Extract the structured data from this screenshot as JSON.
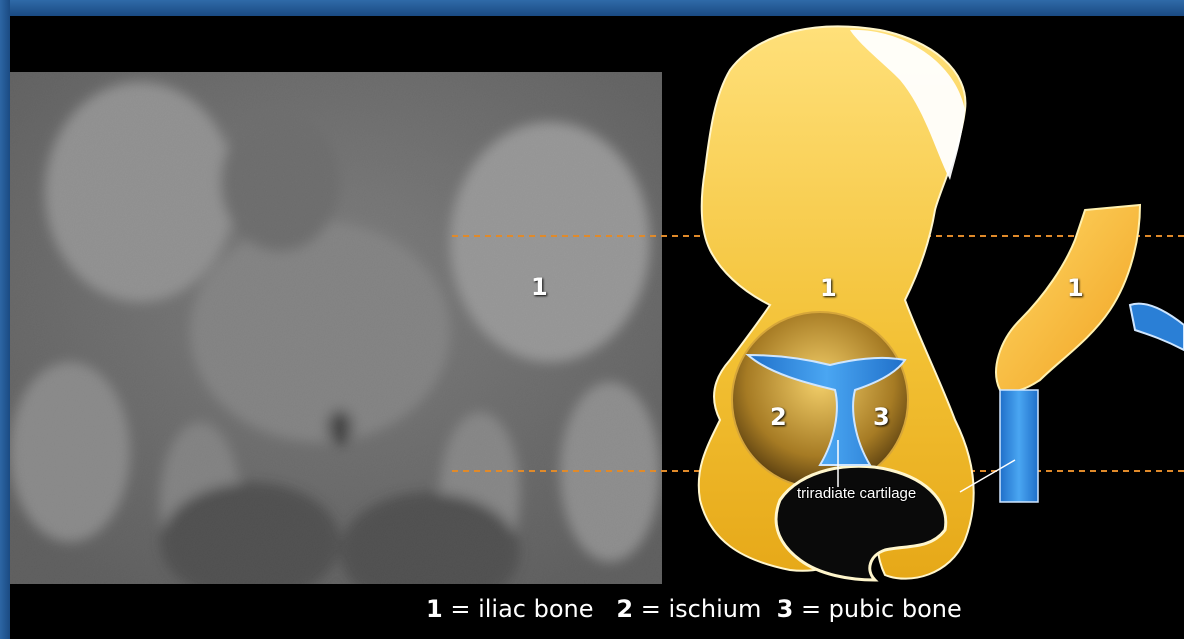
{
  "labels": {
    "xray_1": "1",
    "pelvis_1": "1",
    "pelvis_2": "2",
    "pelvis_3": "3",
    "side_1": "1",
    "triradiate": "triradiate cartilage"
  },
  "legend": {
    "n1": "1",
    "t1": "= iliac bone",
    "n2": "2",
    "t2": "= ischium",
    "n3": "3",
    "t3": "= pubic bone"
  },
  "colors": {
    "bone": "#f1c232",
    "cartilage": "#2a7fd6",
    "guide_line": "#e08a2a",
    "background": "#000000",
    "frame": "#1f5190"
  }
}
